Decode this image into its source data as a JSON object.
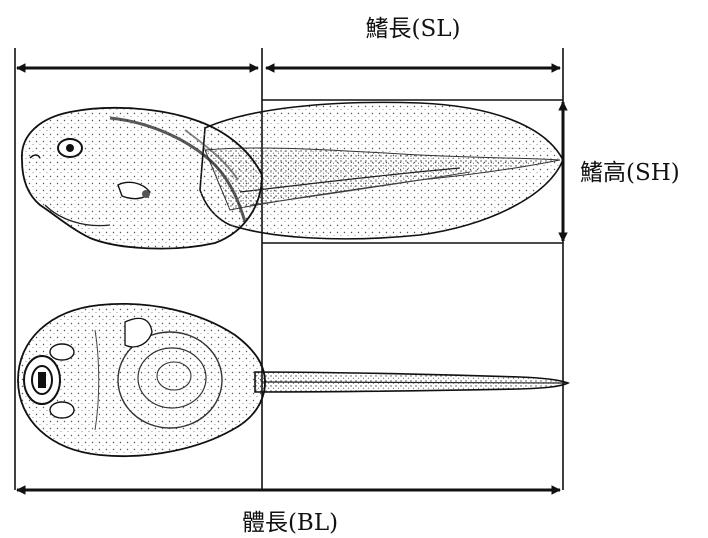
{
  "labels": {
    "fin_length": "鰭長(SL)",
    "fin_height": "鰭高(SH)",
    "body_length": "體長(BL)"
  },
  "colors": {
    "ink": "#111111",
    "paper": "#ffffff",
    "stipple": "#555555"
  }
}
